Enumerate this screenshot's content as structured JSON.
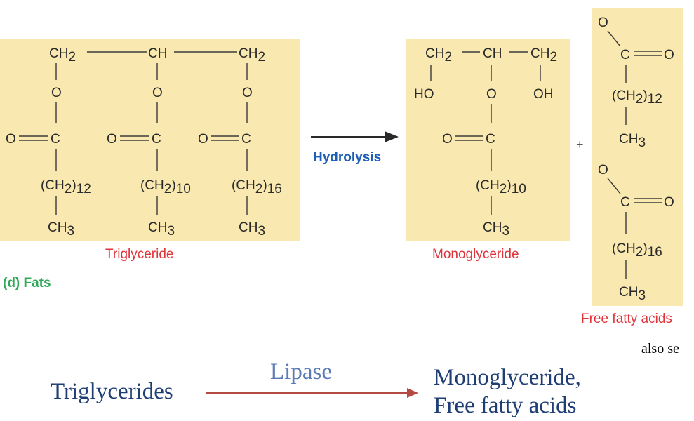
{
  "diagram": {
    "labels": {
      "triglyceride": "Triglyceride",
      "monoglyceride": "Monoglyceride",
      "free_fatty_acids": "Free fatty acids",
      "fats_caption": "(d)  Fats",
      "hydrolysis": "Hydrolysis",
      "plus": "+"
    },
    "chem": {
      "ch2": "CH",
      "ch": "CH",
      "ch3": "CH",
      "o": "O",
      "c": "C",
      "ho": "HO",
      "oh": "OH",
      "sub2": "2",
      "sub3": "3",
      "n12": "12",
      "n10": "10",
      "n16": "16"
    },
    "colors": {
      "panel": "#f9e8b0",
      "red_label": "#e0343b",
      "green_label": "#2fa85a",
      "blue_label": "#1d5fb8",
      "reaction_arrow": "#b54a44"
    }
  },
  "footer": {
    "also_see": "also se",
    "reaction": {
      "reactant": "Triglycerides",
      "enzyme": "Lipase",
      "product_line1": "Monoglyceride,",
      "product_line2": "Free fatty acids"
    }
  }
}
